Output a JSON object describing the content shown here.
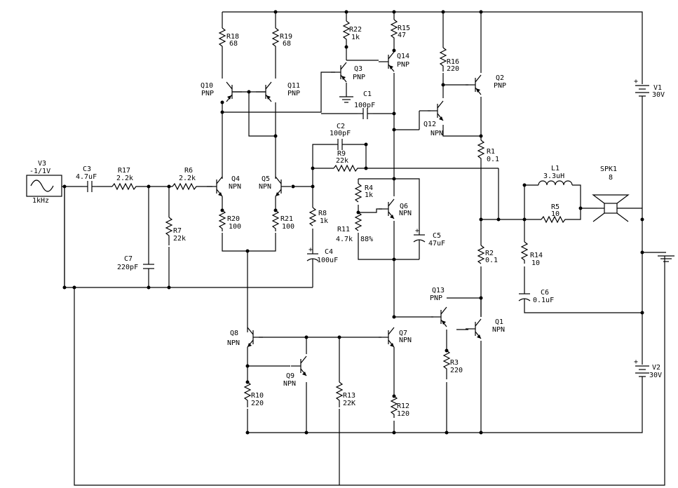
{
  "components": [
    {
      "id": "q10",
      "name": "Q10",
      "type": "PNP"
    },
    {
      "id": "q11",
      "name": "Q11",
      "type": "PNP"
    },
    {
      "id": "q3",
      "name": "Q3",
      "type": "PNP"
    },
    {
      "id": "q14",
      "name": "Q14",
      "type": "PNP"
    },
    {
      "id": "q2",
      "name": "Q2",
      "type": "PNP"
    },
    {
      "id": "q12",
      "name": "Q12",
      "type": "NPN"
    },
    {
      "id": "q4",
      "name": "Q4",
      "type": "NPN"
    },
    {
      "id": "q5",
      "name": "Q5",
      "type": "NPN"
    },
    {
      "id": "q6",
      "name": "Q6",
      "type": "NPN"
    },
    {
      "id": "q8",
      "name": "Q8",
      "type": "NPN"
    },
    {
      "id": "q9",
      "name": "Q9",
      "type": "NPN"
    },
    {
      "id": "q7",
      "name": "Q7",
      "type": "NPN"
    },
    {
      "id": "q13",
      "name": "Q13",
      "type": "PNP"
    },
    {
      "id": "q1",
      "name": "Q1",
      "type": "NPN"
    },
    {
      "id": "r18",
      "name": "R18",
      "value": "68"
    },
    {
      "id": "r19",
      "name": "R19",
      "value": "68"
    },
    {
      "id": "r22",
      "name": "R22",
      "value": "1k"
    },
    {
      "id": "r15",
      "name": "R15",
      "value": "47"
    },
    {
      "id": "r16",
      "name": "R16",
      "value": "220"
    },
    {
      "id": "r1",
      "name": "R1",
      "value": "0.1"
    },
    {
      "id": "r2",
      "name": "R2",
      "value": "0.1"
    },
    {
      "id": "r9",
      "name": "R9",
      "value": "22k"
    },
    {
      "id": "r17",
      "name": "R17",
      "value": "2.2k"
    },
    {
      "id": "r6",
      "name": "R6",
      "value": "2.2k"
    },
    {
      "id": "r7",
      "name": "R7",
      "value": "22k"
    },
    {
      "id": "r20",
      "name": "R20",
      "value": "100"
    },
    {
      "id": "r21",
      "name": "R21",
      "value": "100"
    },
    {
      "id": "r8",
      "name": "R8",
      "value": "1k"
    },
    {
      "id": "r4",
      "name": "R4",
      "value": "1k"
    },
    {
      "id": "r11",
      "name": "R11",
      "value": "4.7k",
      "extra": "88%"
    },
    {
      "id": "r5",
      "name": "R5",
      "value": "10"
    },
    {
      "id": "r14",
      "name": "R14",
      "value": "10"
    },
    {
      "id": "r10",
      "name": "R10",
      "value": "220"
    },
    {
      "id": "r13",
      "name": "R13",
      "value": "22K"
    },
    {
      "id": "r12",
      "name": "R12",
      "value": "120"
    },
    {
      "id": "r3",
      "name": "R3",
      "value": "220"
    },
    {
      "id": "c1",
      "name": "C1",
      "value": "100pF"
    },
    {
      "id": "c2",
      "name": "C2",
      "value": "100pF"
    },
    {
      "id": "c3",
      "name": "C3",
      "value": "4.7uF"
    },
    {
      "id": "c4",
      "name": "C4",
      "value": "100uF"
    },
    {
      "id": "c5",
      "name": "C5",
      "value": "47uF"
    },
    {
      "id": "c6",
      "name": "C6",
      "value": "0.1uF"
    },
    {
      "id": "c7",
      "name": "C7",
      "value": "220pF"
    },
    {
      "id": "l1",
      "name": "L1",
      "value": "3.3uH"
    },
    {
      "id": "spk1",
      "name": "SPK1",
      "value": "8"
    },
    {
      "id": "v1",
      "name": "V1",
      "value": "30V"
    },
    {
      "id": "v2",
      "name": "V2",
      "value": "30V"
    },
    {
      "id": "v3",
      "name": "V3",
      "value": "-1/1V",
      "extra": "1kHz"
    }
  ]
}
